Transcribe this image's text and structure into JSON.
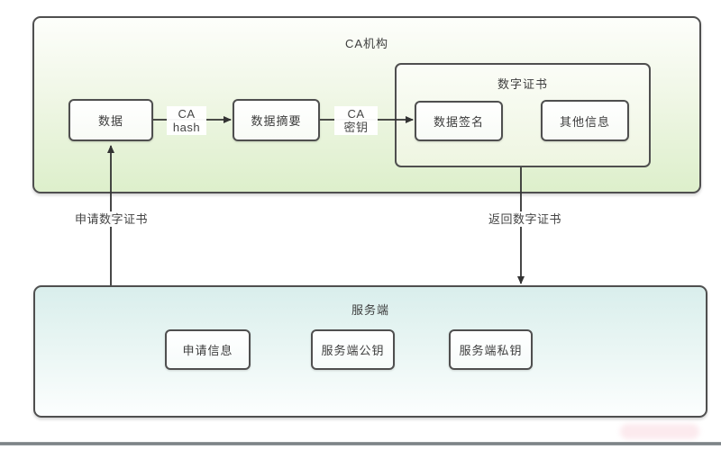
{
  "diagram": {
    "ca_box": {
      "title": "CA机构"
    },
    "nodes": {
      "data": "数据",
      "digest": "数据摘要",
      "signature": "数据签名",
      "other_info": "其他信息"
    },
    "cert_box": {
      "title": "数字证书"
    },
    "server_box": {
      "title": "服务端",
      "nodes": {
        "apply_info": "申请信息",
        "public_key": "服务端公钥",
        "private_key": "服务端私钥"
      }
    },
    "edges": {
      "hash": {
        "top": "CA",
        "bottom": "hash"
      },
      "ca_key": {
        "top": "CA",
        "bottom": "密钥"
      },
      "apply_cert": "申请数字证书",
      "return_cert": "返回数字证书"
    },
    "colors": {
      "ca_box_fill_bottom": "#ddefcb",
      "server_box_fill_top": "#d9eeec",
      "box_border": "#4f4f4f",
      "arrow": "#333333",
      "text": "#3d3d3d"
    }
  }
}
